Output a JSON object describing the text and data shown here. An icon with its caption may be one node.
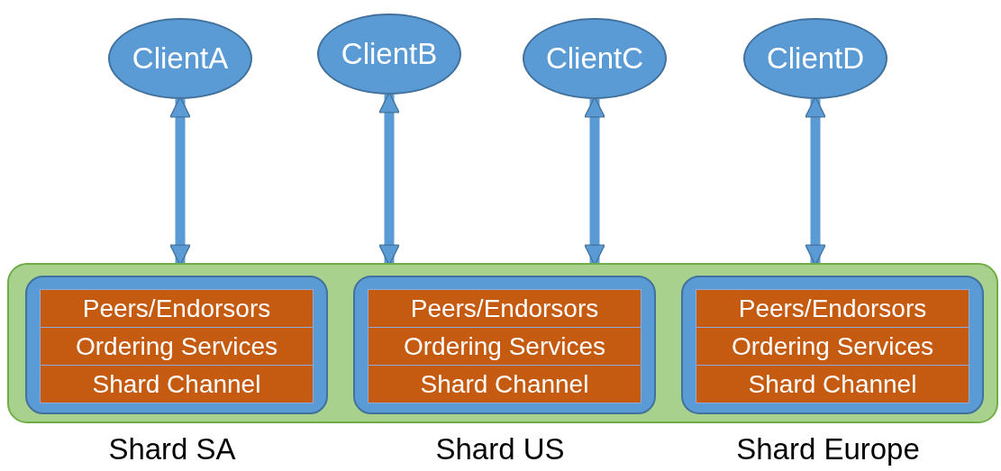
{
  "diagram": {
    "nodes": [
      {
        "text": [
          "ClientA"
        ]
      },
      {
        "text": [
          "ClientB"
        ]
      },
      {
        "text": [
          "ClientC"
        ]
      },
      {
        "text": [
          "ClientD"
        ]
      },
      {
        "text": [],
        "shape": "box"
      },
      {
        "text": [],
        "shape": "box",
        "in": 4,
        "beside": [
          "Shard SA"
        ]
      },
      {
        "text": [
          "Peers/Endorsors"
        ],
        "in": 5
      },
      {
        "text": [
          "Ordering Services"
        ],
        "in": 5
      },
      {
        "text": [
          "Shard Channel"
        ],
        "in": 5
      },
      {
        "text": [],
        "shape": "box",
        "in": 4,
        "beside": [
          "Shard US"
        ]
      },
      {
        "text": [
          "Peers/Endorsors"
        ],
        "in": 9
      },
      {
        "text": [
          "Ordering Services"
        ],
        "in": 9
      },
      {
        "text": [
          "Shard Channel"
        ],
        "in": 9
      },
      {
        "text": [],
        "shape": "box",
        "in": 4,
        "beside": [
          "Shard Europe"
        ]
      },
      {
        "text": [
          "Peers/Endorsors"
        ],
        "in": 13
      },
      {
        "text": [
          "Ordering Services"
        ],
        "in": 13
      },
      {
        "text": [
          "Shard Channel"
        ],
        "in": 13
      }
    ],
    "edges": [
      {
        "from": 0,
        "to": 4,
        "arrow": "both"
      },
      {
        "from": 1,
        "to": 4,
        "arrow": "both"
      },
      {
        "from": 2,
        "to": 4,
        "arrow": "both"
      },
      {
        "from": 3,
        "to": 4,
        "arrow": "both"
      }
    ]
  }
}
